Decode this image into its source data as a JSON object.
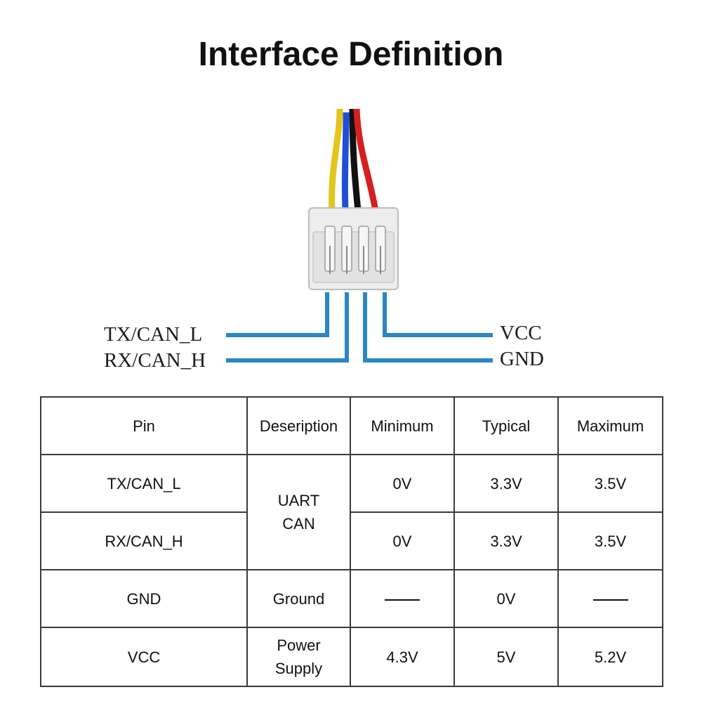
{
  "title": "Interface Definition",
  "pins_diagram": {
    "left_labels": [
      "TX/CAN_L",
      "RX/CAN_H"
    ],
    "right_labels": [
      "VCC",
      "GND"
    ],
    "line_color": "#2a86c7",
    "wire_colors": [
      "#e2c61c",
      "#1f4fd6",
      "#111111",
      "#d42020"
    ]
  },
  "table": {
    "headers": [
      "Pin",
      "Deseription",
      "Minimum",
      "Typical",
      "Maximum"
    ],
    "rows": [
      {
        "pin": "TX/CAN_L",
        "min": "0V",
        "typ": "3.3V",
        "max": "3.5V"
      },
      {
        "pin": "RX/CAN_H",
        "min": "0V",
        "typ": "3.3V",
        "max": "3.5V"
      },
      {
        "pin": "GND",
        "desc": "Ground",
        "typ": "0V"
      },
      {
        "pin": "VCC",
        "desc_line1": "Power",
        "desc_line2": "Supply",
        "min": "4.3V",
        "typ": "5V",
        "max": "5.2V"
      }
    ],
    "uart_can_line1": "UART",
    "uart_can_line2": "CAN"
  }
}
